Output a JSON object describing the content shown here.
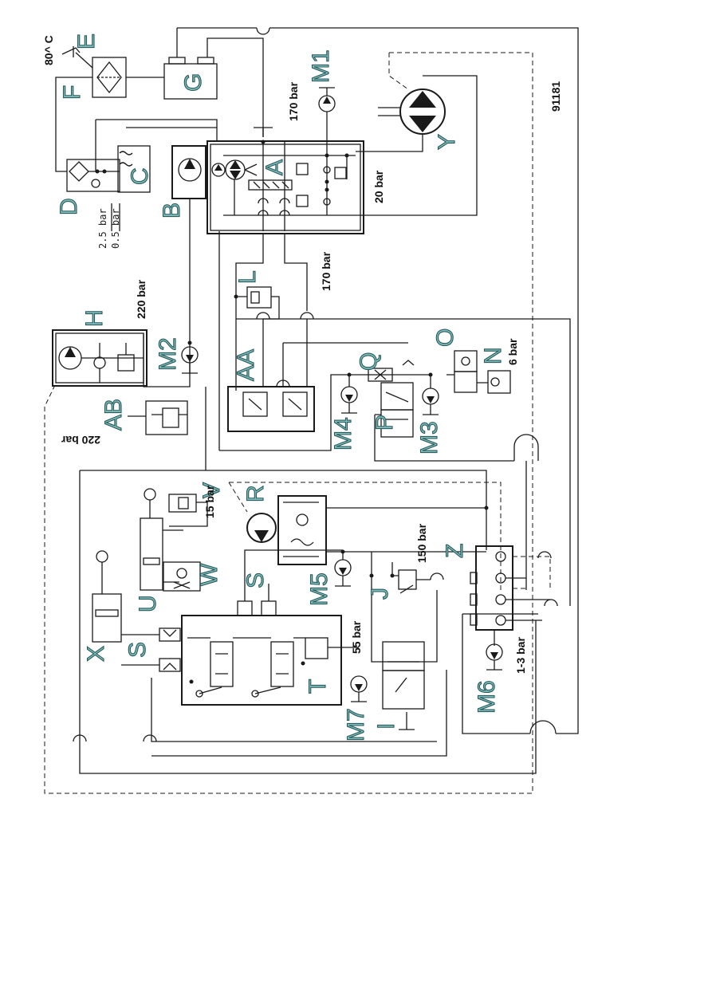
{
  "diagram": {
    "doc_number": "91181",
    "component_labels": [
      "A",
      "B",
      "C",
      "D",
      "E",
      "F",
      "G",
      "H",
      "I",
      "J",
      "L",
      "M1",
      "M2",
      "M3",
      "M4",
      "M5",
      "M6",
      "M7",
      "N",
      "O",
      "P",
      "Q",
      "R",
      "S",
      "S",
      "T",
      "U",
      "V",
      "W",
      "X",
      "Y",
      "Z",
      "AA",
      "AB"
    ],
    "labels": {
      "A": "A",
      "B": "B",
      "C": "C",
      "D": "D",
      "E": "E",
      "F": "F",
      "G": "G",
      "H": "H",
      "I": "I",
      "J": "J",
      "L": "L",
      "M1": "M1",
      "M2": "M2",
      "M3": "M3",
      "M4": "M4",
      "M5": "M5",
      "M6": "M6",
      "M7": "M7",
      "N": "N",
      "O": "O",
      "P": "P",
      "Q": "Q",
      "R": "R",
      "S_top": "S",
      "S_left": "S",
      "T": "T",
      "U": "U",
      "V": "V",
      "W": "W",
      "X": "X",
      "Y": "Y",
      "Z": "Z",
      "AA": "AA",
      "AB": "AB"
    },
    "pressures": {
      "temp": "80^ C",
      "p170_top": "170 bar",
      "p20": "20 bar",
      "p170_bottom": "170 bar",
      "p2_5": "2.5 bar",
      "p0_5": "0.5 bar",
      "p220_h": "220 bar",
      "p220_ab": "220 bar",
      "p6": "6 bar",
      "p15": "15 bar",
      "p150": "150 bar",
      "p55": "55 bar",
      "p1_3": "1-3 bar"
    }
  }
}
